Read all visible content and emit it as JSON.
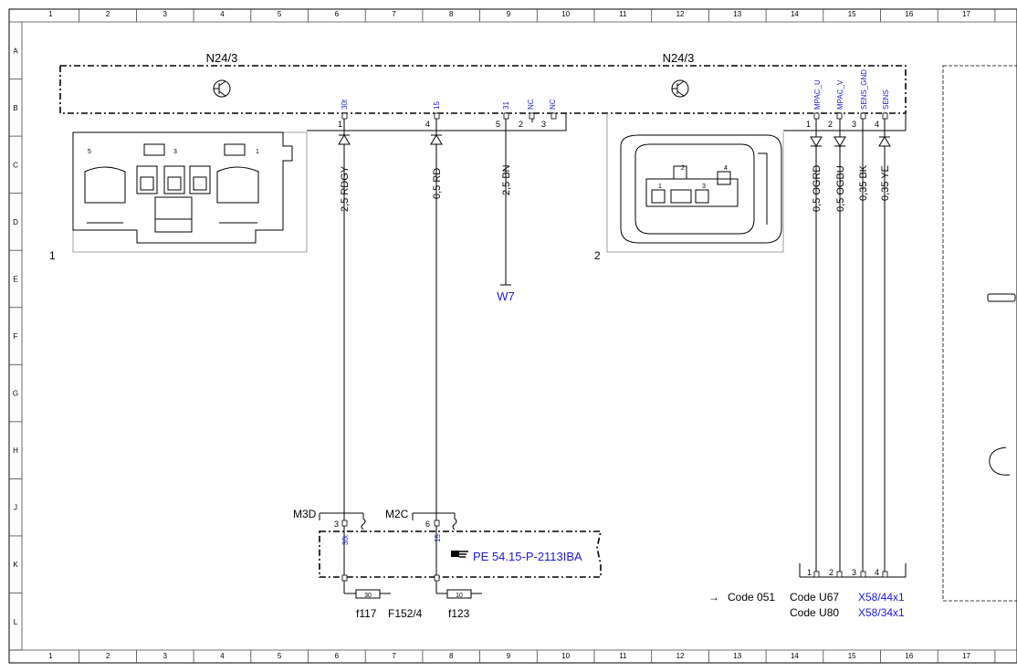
{
  "grid": {
    "columns": [
      "1",
      "2",
      "3",
      "4",
      "5",
      "6",
      "7",
      "8",
      "9",
      "10",
      "11",
      "12",
      "13",
      "14",
      "15",
      "16",
      "17"
    ],
    "rows": [
      "A",
      "B",
      "C",
      "D",
      "E",
      "F",
      "G",
      "H",
      "J",
      "K",
      "L"
    ]
  },
  "component_left": {
    "label": "N24/3",
    "connector_no": "1",
    "pin_numbers": [
      "5",
      "3",
      "1"
    ]
  },
  "component_right": {
    "label": "N24/3",
    "connector_no": "2",
    "pin_numbers": [
      "1",
      "2",
      "3",
      "4"
    ]
  },
  "left_pins": [
    {
      "num": "1",
      "signal": "30t",
      "wire": "2,5 RDGY"
    },
    {
      "num": "4",
      "signal": "15",
      "wire": "0,5 RD"
    },
    {
      "num": "5",
      "signal": "31",
      "wire": "2,5 BN"
    },
    {
      "num": "2",
      "signal": "NC"
    },
    {
      "num": "3",
      "signal": "NC"
    }
  ],
  "right_pins": [
    {
      "num": "1",
      "signal": "MPAC_U",
      "wire": "0,5 OGRD"
    },
    {
      "num": "2",
      "signal": "MPAC_V",
      "wire": "0,5 OGBU"
    },
    {
      "num": "3",
      "signal": "SENS_GND",
      "wire": "0,35 BK"
    },
    {
      "num": "4",
      "signal": "SENS",
      "wire": "0,35 YE"
    }
  ],
  "ground_ref": "W7",
  "lower": {
    "connector_a": {
      "label": "M3D",
      "pin": "3",
      "signal": "30t"
    },
    "connector_b": {
      "label": "M2C",
      "pin": "6",
      "signal": "15"
    },
    "reference": "PE 54.15-P-2113IBA",
    "fuse_a": {
      "rating": "30",
      "label": "f117"
    },
    "fuse_b": {
      "rating": "10",
      "label": "f123"
    },
    "fuse_box": "F152/4"
  },
  "bottom_right": {
    "pins": [
      "1",
      "2",
      "3",
      "4"
    ],
    "code_arrow": "→",
    "code_051": "Code 051",
    "code_u67": "Code U67",
    "code_u80": "Code U80",
    "xref_1": "X58/44x1",
    "xref_2": "X58/34x1"
  },
  "colors": {
    "line": "#000000",
    "link_blue": "#1a1adb"
  }
}
